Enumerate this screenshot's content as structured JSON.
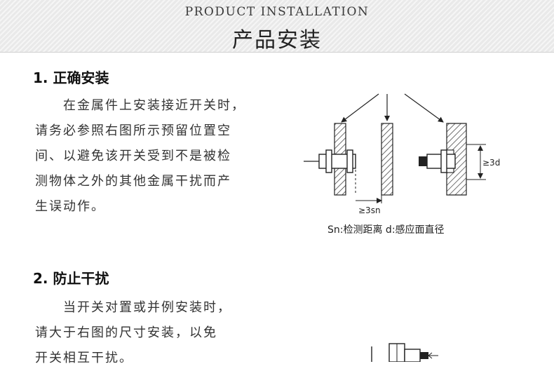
{
  "banner": {
    "title_en": "PRODUCT INSTALLATION",
    "title_cn": "产品安装"
  },
  "section1": {
    "title": "1. 正确安装",
    "lines": [
      "　　在金属件上安装接近开关时，",
      "请务必参照右图所示预留位置空",
      "间、以避免该开关受到不是被检",
      "测物体之外的其他金属干扰而产",
      "生误动作。"
    ],
    "diagram": {
      "label_3d": "≥3d",
      "label_3sn": "≥3sn",
      "caption": "Sn:检测距离  d:感应面直径"
    }
  },
  "section2": {
    "title": "2. 防止干扰",
    "lines": [
      "　　当开关对置或并例安装时，",
      "请大于右图的尺寸安装，以免",
      "开关相互干扰。"
    ]
  }
}
